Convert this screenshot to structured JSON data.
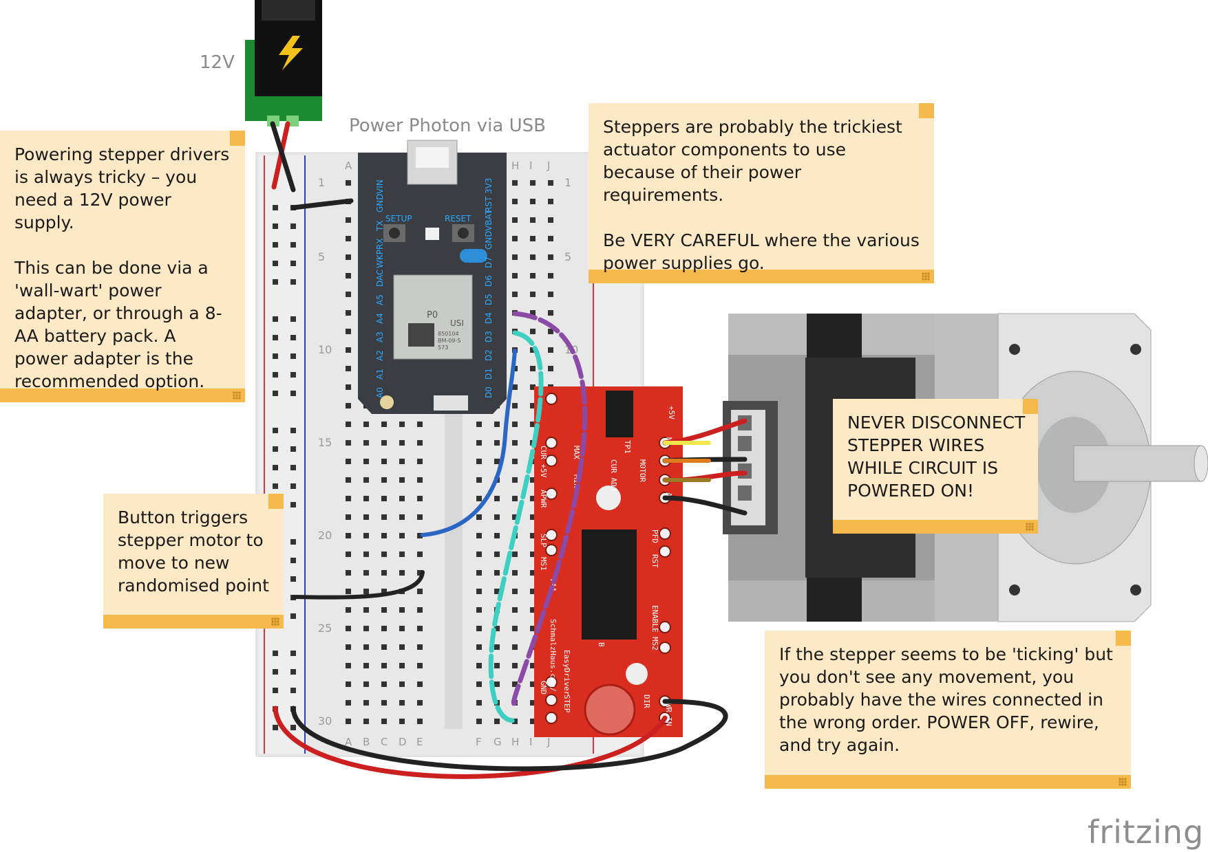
{
  "labels": {
    "power_jack": "12V",
    "photon_usb": "Power Photon via USB"
  },
  "notes": {
    "power": "Powering stepper drivers is always tricky – you need a 12V power supply.\n\nThis can be done via a 'wall-wart' power adapter, or through a 8-AA battery pack. A power adapter is the recommended option.",
    "steppers": "Steppers are probably the trickiest actuator components to use because of their power requirements.\n\nBe VERY CAREFUL where the various power supplies go.",
    "button": "Button triggers stepper motor to move to new randomised point",
    "disconnect": "NEVER DISCONNECT STEPPER WIRES WHILE CIRCUIT IS POWERED ON!",
    "ticking": "If the stepper seems to be 'ticking' but you don't see any movement, you probably have the wires connected in the wrong order. POWER OFF, rewire, and try again."
  },
  "breadboard": {
    "cols_left": [
      "A",
      "B",
      "C",
      "D",
      "E"
    ],
    "cols_right": [
      "F",
      "G",
      "H",
      "I",
      "J"
    ],
    "row_numbers": [
      "1",
      "5",
      "10",
      "15",
      "20",
      "25",
      "30"
    ]
  },
  "photon": {
    "left_pins": [
      "VIN",
      "GND",
      "TX",
      "RX",
      "WKP",
      "DAC",
      "A5",
      "A4",
      "A3",
      "A2",
      "A1",
      "A0"
    ],
    "right_pins": [
      "3V3",
      "RST",
      "VBAT",
      "GND",
      "D7",
      "D6",
      "D5",
      "D4",
      "D3",
      "D2",
      "D1",
      "D0"
    ],
    "buttons": [
      "SETUP",
      "RESET"
    ],
    "module_name": "P0",
    "module_brand": "USI",
    "module_code": [
      "850104",
      "BM-09-S",
      "573"
    ]
  },
  "driver": {
    "silk": [
      "+5V",
      "TP1",
      "CUR ADJ",
      "MOTOR",
      "MAX",
      "MIN",
      "CUR +5V",
      "APWR",
      "SLP",
      "MS1",
      "PFD",
      "RST",
      "ENABLE",
      "MS2",
      "GND",
      "STEP",
      "DIR",
      "PWR IN",
      "M+",
      "A",
      "B",
      "v44",
      "SchmalzHaus.com/",
      "EasyDriver"
    ]
  },
  "logo": "fritzing",
  "colors": {
    "note_bg": "#fde9c6",
    "note_bar": "#f5b94c",
    "driver_red": "#d92d20",
    "photon_body": "#3a3d42",
    "breadboard": "#e9e9e9",
    "wire_red": "#cc1f1f",
    "wire_black": "#222222",
    "wire_blue": "#2a66c4",
    "wire_cyan": "#3ccfc2",
    "wire_purple": "#8a4aa6"
  }
}
